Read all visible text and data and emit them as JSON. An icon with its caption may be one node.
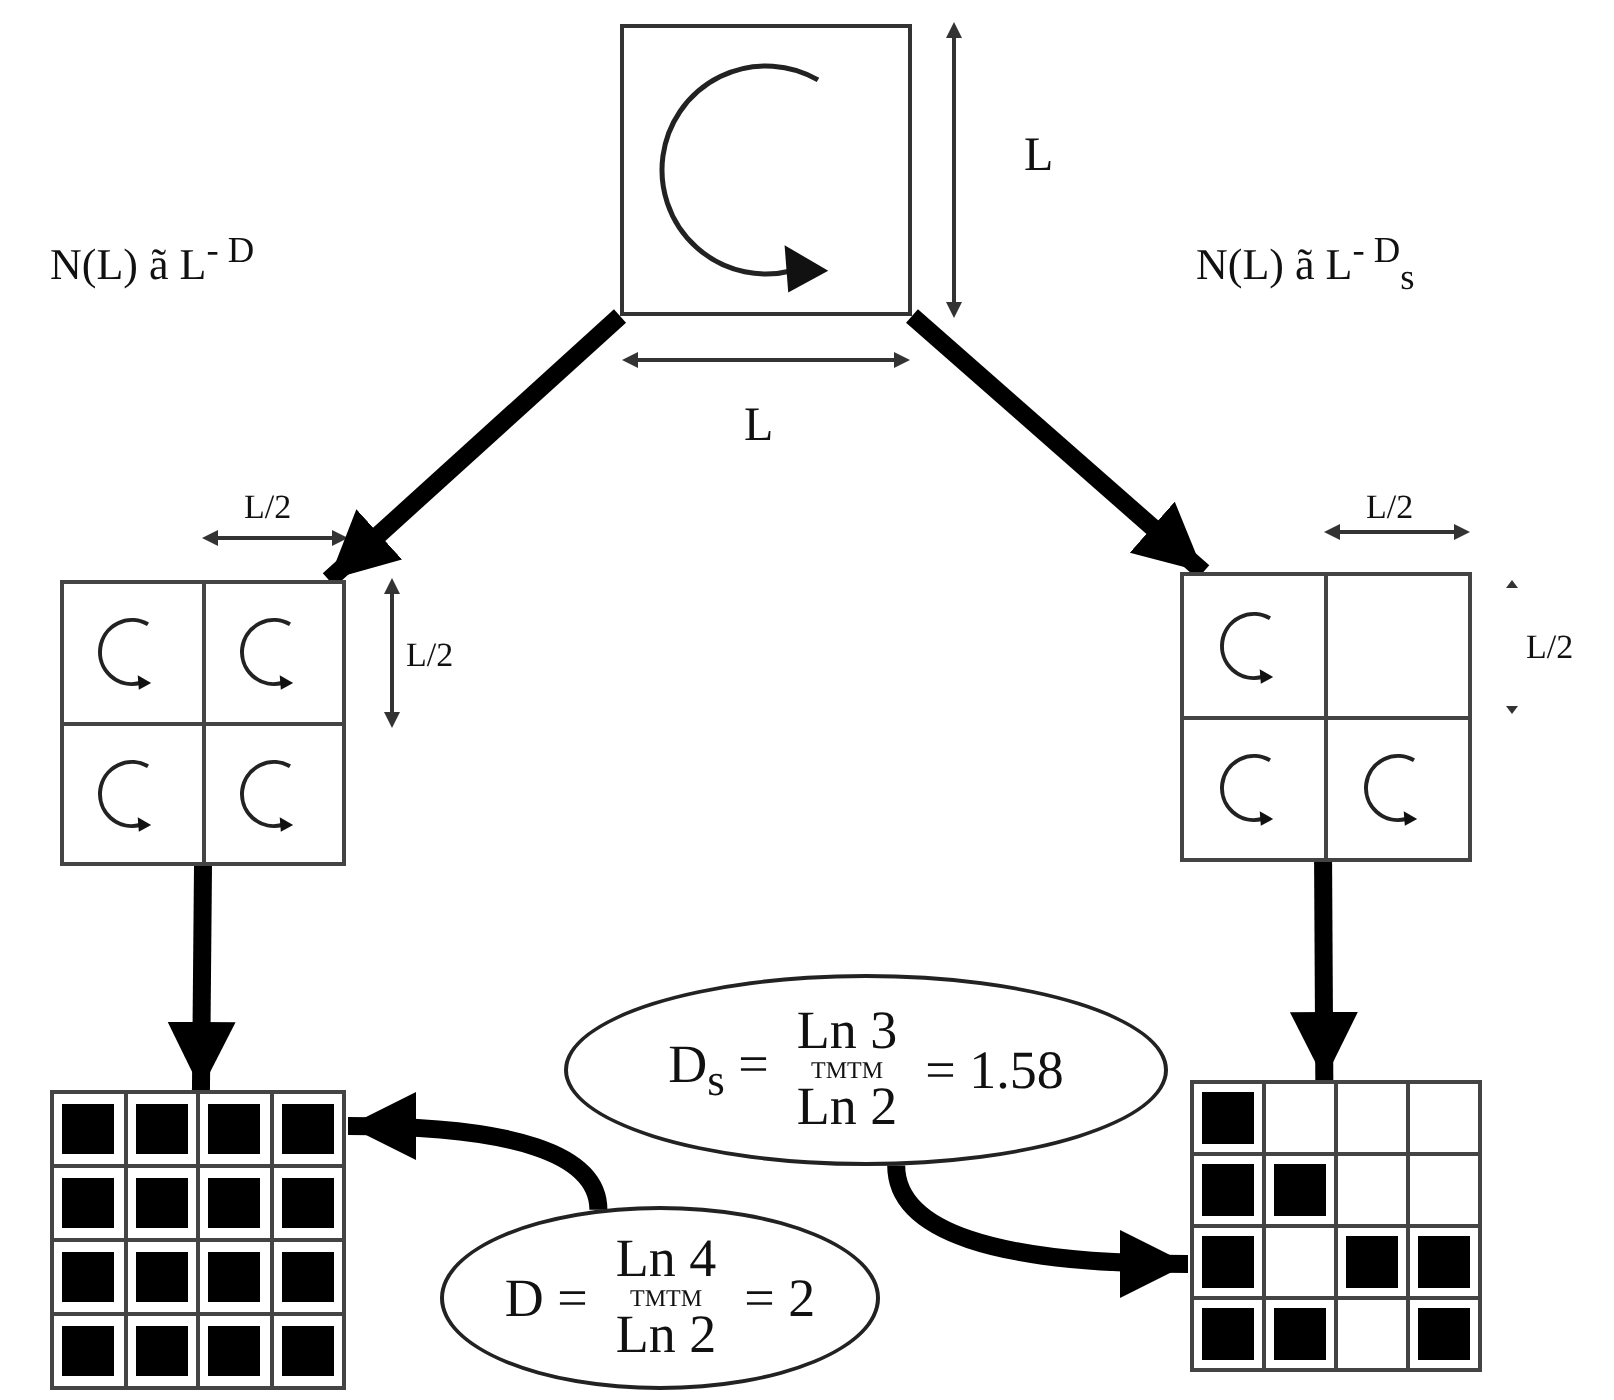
{
  "diagram": {
    "nodes": [
      {
        "text": [],
        "shape": "box"
      },
      {
        "text": [],
        "shape": "box"
      },
      {
        "text": [],
        "shape": "box"
      },
      {
        "text": [],
        "shape": "box"
      },
      {
        "text": [],
        "shape": "box"
      },
      {
        "text": [
          "D$_{s}$ =",
          "Ln 3",
          "TMTM",
          "Ln 2",
          "= 1.58"
        ]
      },
      {
        "text": [
          "D =",
          "Ln 4",
          "TMTM",
          "Ln 2",
          "= 2"
        ]
      }
    ],
    "edges": [
      {
        "from": 0,
        "to": 1,
        "arrow": "to"
      },
      {
        "from": 0,
        "to": 2,
        "arrow": "to"
      },
      {
        "from": 1,
        "to": 3,
        "arrow": "to"
      },
      {
        "from": 2,
        "to": 4,
        "arrow": "to"
      },
      {
        "from": 6,
        "to": 3,
        "arrow": "to"
      },
      {
        "from": 5,
        "to": 4,
        "arrow": "to"
      }
    ],
    "labels": [
      "N(L) ã L$^{- D}$",
      "L",
      "N(L) ã L$^{- D}$$_{s}$",
      "L",
      "L/2",
      "L/2",
      "L/2",
      "L/2"
    ]
  }
}
